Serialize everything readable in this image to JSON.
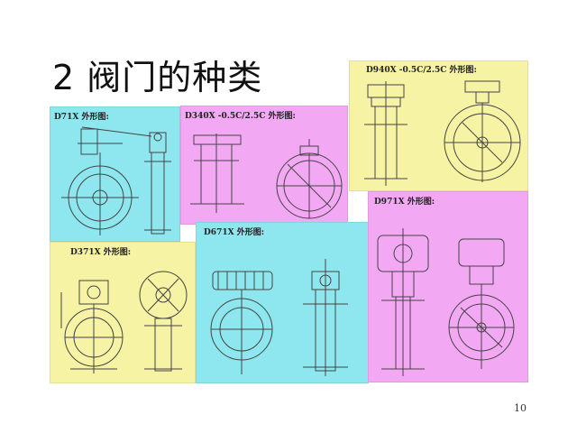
{
  "slide": {
    "title": "2 阀门的种类",
    "page_number": "10"
  },
  "panels": {
    "d71x": {
      "caption": "D71X 外形图:",
      "color": "#8ee7ee"
    },
    "d340x": {
      "caption": "D340X -0.5C/2.5C 外形图:",
      "color": "#f3a8f3"
    },
    "d940x": {
      "caption": "D940X -0.5C/2.5C 外形图:",
      "color": "#f6f3a4"
    },
    "d371x": {
      "caption": "D371X 外形图:",
      "color": "#f6f3a4"
    },
    "d671x": {
      "caption": "D671X 外形图:",
      "color": "#8ee7ee"
    },
    "d971x": {
      "caption": "D971X 外形图:",
      "color": "#f3a8f3"
    }
  }
}
